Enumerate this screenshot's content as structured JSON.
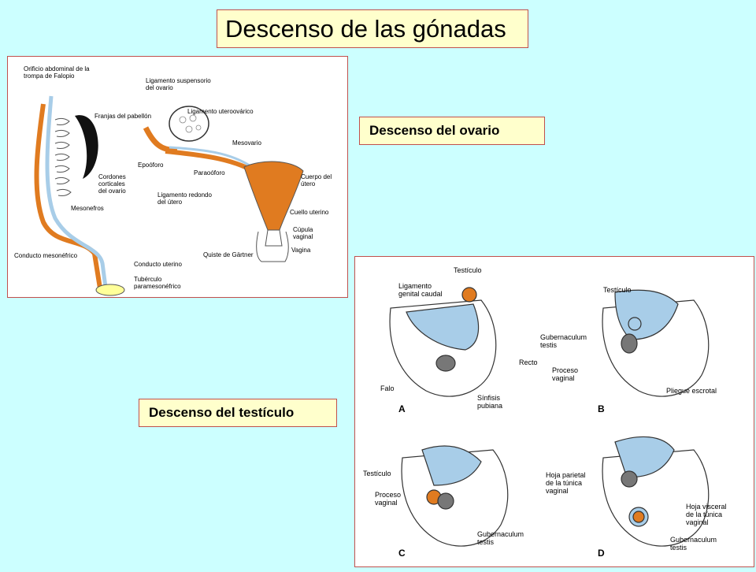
{
  "title": "Descenso de las gónadas",
  "labels": {
    "ovary": "Descenso del ovario",
    "testis": "Descenso del testículo"
  },
  "ovary_figure": {
    "l1a": "Orificio abdominal de la",
    "l1b": "trompa de Falopio",
    "l2": "Franjas del pabellón",
    "l3a": "Ligamento suspensorio",
    "l3b": "del ovario",
    "l4": "Ligamento uteroovárico",
    "l5": "Mesovario",
    "l6": "Epoóforo",
    "l7": "Paraoóforo",
    "l8a": "Cordones",
    "l8b": "corticales",
    "l8c": "del ovario",
    "l9": "Mesonefros",
    "l10a": "Ligamento redondo",
    "l10b": "del útero",
    "l11a": "Cuerpo del",
    "l11b": "útero",
    "l12": "Cuello uterino",
    "l13a": "Cúpula",
    "l13b": "vaginal",
    "l14": "Vagina",
    "l15": "Quiste de Gärtner",
    "l16": "Conducto mesonéfrico",
    "l17": "Conducto uterino",
    "l18a": "Tubérculo",
    "l18b": "paramesonéfrico"
  },
  "testis_figure": {
    "a_testiculo": "Testículo",
    "a_lig_a": "Ligamento",
    "a_lig_b": "genital caudal",
    "a_recto": "Recto",
    "a_falo": "Falo",
    "a_sinf_a": "Sínfisis",
    "a_sinf_b": "pubiana",
    "letter_a": "A",
    "b_testiculo": "Testículo",
    "b_gub_a": "Gubernaculum",
    "b_gub_b": "testis",
    "b_proc_a": "Proceso",
    "b_proc_b": "vaginal",
    "b_pliegue": "Pliegue escrotal",
    "letter_b": "B",
    "c_testiculo": "Testículo",
    "c_proc_a": "Proceso",
    "c_proc_b": "vaginal",
    "c_gub_a": "Gubernaculum",
    "c_gub_b": "testis",
    "letter_c": "C",
    "d_hp_a": "Hoja parietal",
    "d_hp_b": "de la túnica",
    "d_hp_c": "vaginal",
    "d_hv_a": "Hoja visceral",
    "d_hv_b": "de la túnica",
    "d_hv_c": "vaginal",
    "d_gub_a": "Gubernaculum",
    "d_gub_b": "testis",
    "letter_d": "D"
  },
  "colors": {
    "background": "#ccffff",
    "label_fill": "#ffffcc",
    "label_border": "#c0504d",
    "organ_orange": "#e07b20",
    "duct_blue": "#a8cde8"
  }
}
